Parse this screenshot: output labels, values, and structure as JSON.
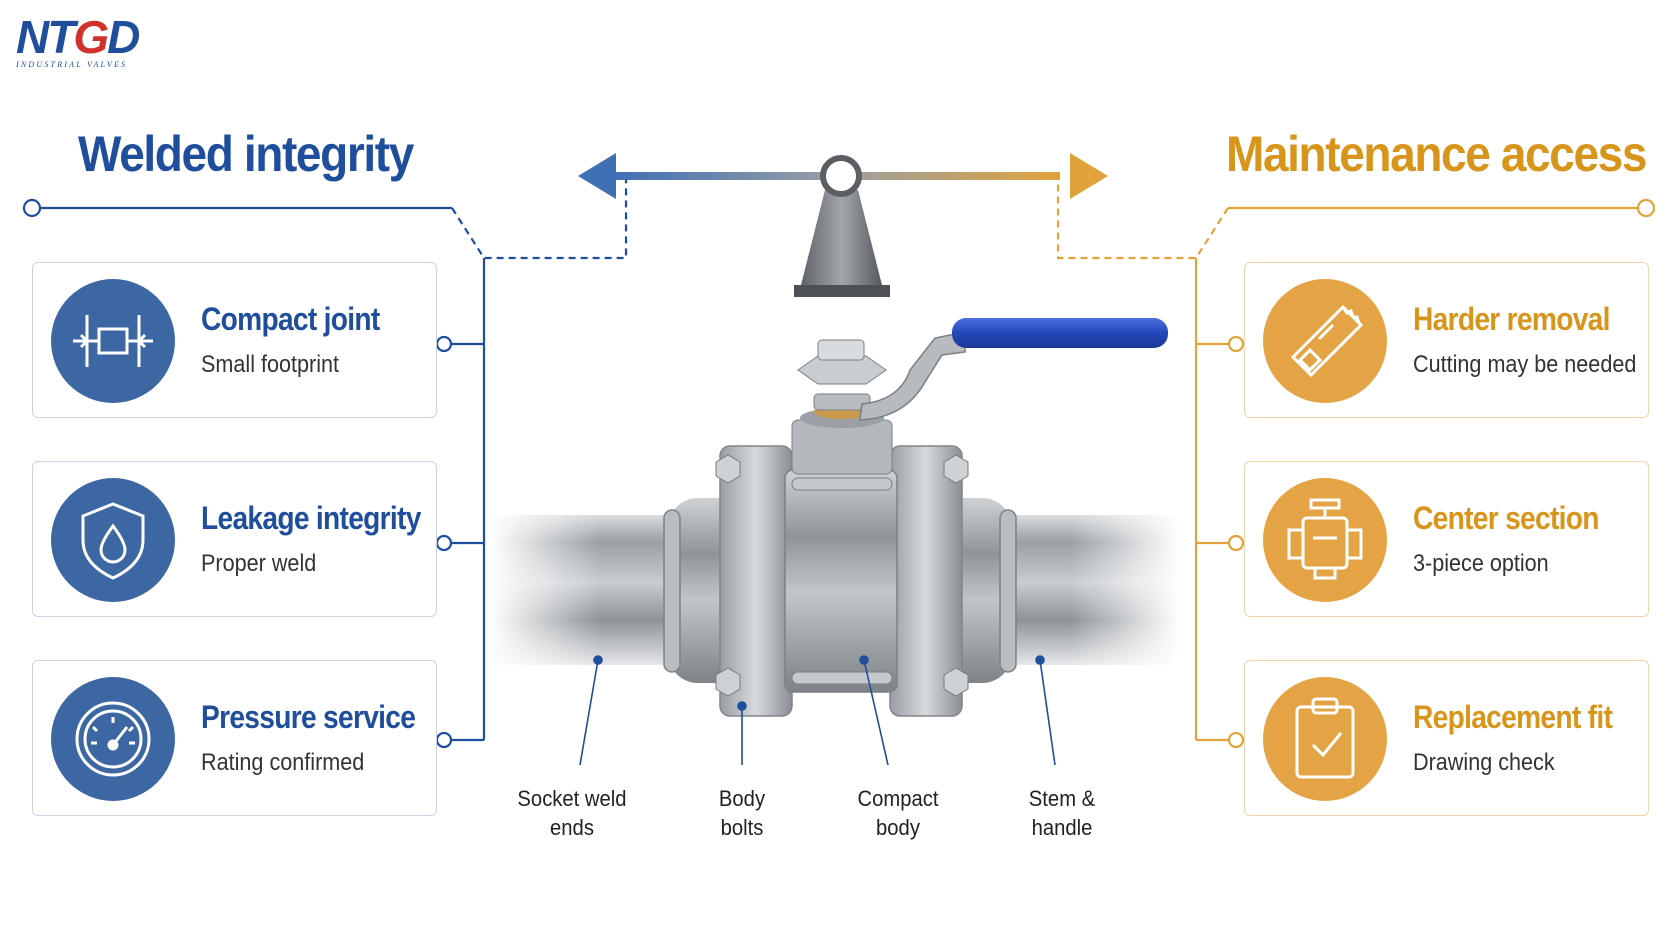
{
  "logo": {
    "main_a": "NT",
    "main_t": "G",
    "main_b": "D",
    "tagline": "INDUSTRIAL VALVES"
  },
  "left": {
    "title": "Welded integrity",
    "cards": [
      {
        "title": "Compact joint",
        "subtitle": "Small footprint",
        "icon": "compact-joint-icon"
      },
      {
        "title": "Leakage integrity",
        "subtitle": "Proper weld",
        "icon": "shield-drop-icon"
      },
      {
        "title": "Pressure service",
        "subtitle": "Rating confirmed",
        "icon": "gauge-icon"
      }
    ]
  },
  "right": {
    "title": "Maintenance access",
    "cards": [
      {
        "title": "Harder removal",
        "subtitle": "Cutting may be needed",
        "icon": "saw-icon"
      },
      {
        "title": "Center section",
        "subtitle": "3-piece option",
        "icon": "valve-body-icon"
      },
      {
        "title": "Replacement fit",
        "subtitle": "Drawing check",
        "icon": "clipboard-check-icon"
      }
    ]
  },
  "parts": [
    {
      "line1": "Socket weld",
      "line2": "ends"
    },
    {
      "line1": "Body",
      "line2": "bolts"
    },
    {
      "line1": "Compact",
      "line2": "body"
    },
    {
      "line1": "Stem &",
      "line2": "handle"
    }
  ],
  "colors": {
    "blue": "#1f4e9c",
    "blue_badge": "#3c67a3",
    "orange": "#d8951c",
    "orange_badge": "#e4a445",
    "handle": "#2f55c8",
    "steel": "#a8acb0"
  }
}
